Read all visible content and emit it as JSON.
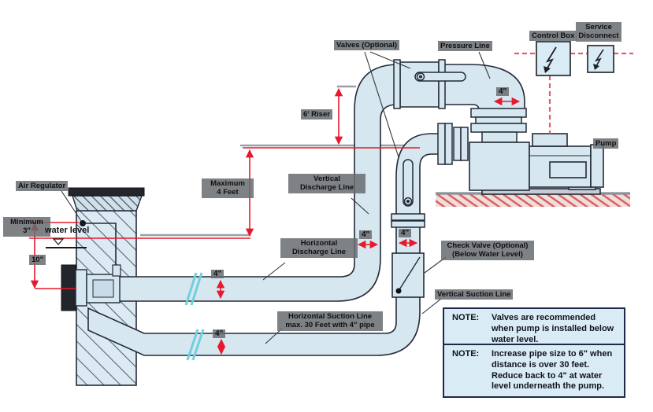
{
  "diagram": {
    "title_context": "pump-installation-schematic",
    "callouts": {
      "air_regulator": "Air Regulator",
      "minimum_height": {
        "line1": "Minimum",
        "line2": "3\""
      },
      "water_level": "water level",
      "depth_below_water": "10\"",
      "maximum_height": {
        "line1": "Maximum",
        "line2": "4 Feet"
      },
      "riser": "6' Riser",
      "valves_optional": "Valves (Optional)",
      "pressure_line": "Pressure Line",
      "control_box": "Control Box",
      "service_disconnect": {
        "line1": "Service",
        "line2": "Disconnect"
      },
      "pump": "Pump",
      "vertical_discharge": {
        "line1": "Vertical",
        "line2": "Discharge Line"
      },
      "horizontal_discharge": {
        "line1": "Horizontal",
        "line2": "Discharge Line"
      },
      "horizontal_suction": {
        "line1": "Horizontal Suction Line",
        "line2": "max. 30 Feet with 4\" pipe"
      },
      "check_valve": {
        "line1": "Check Valve (Optional)",
        "line2": "(Below Water Level)"
      },
      "vertical_suction": "Vertical Suction Line",
      "pipe_diameter": "4\""
    },
    "notes": {
      "prefix": "NOTE:",
      "note1": "Valves are recommended when pump is installed below water level.",
      "note2": "Increase pipe size to 6\" when distance is over 30 feet. Reduce back to 4\" at water level underneath the pump."
    },
    "colors": {
      "pipe_fill": "#d7e7f0",
      "outline": "#232a38",
      "dimension_red": "#e8192c",
      "electrical_red": "#e2606e",
      "break_mark_cyan": "#6fd0de",
      "wall_hatch": "#5c6670",
      "ground_hatch_red": "#dc5a5a",
      "note_background": "#d9ebf4",
      "label_chip_gray": "#6c6f73"
    }
  }
}
